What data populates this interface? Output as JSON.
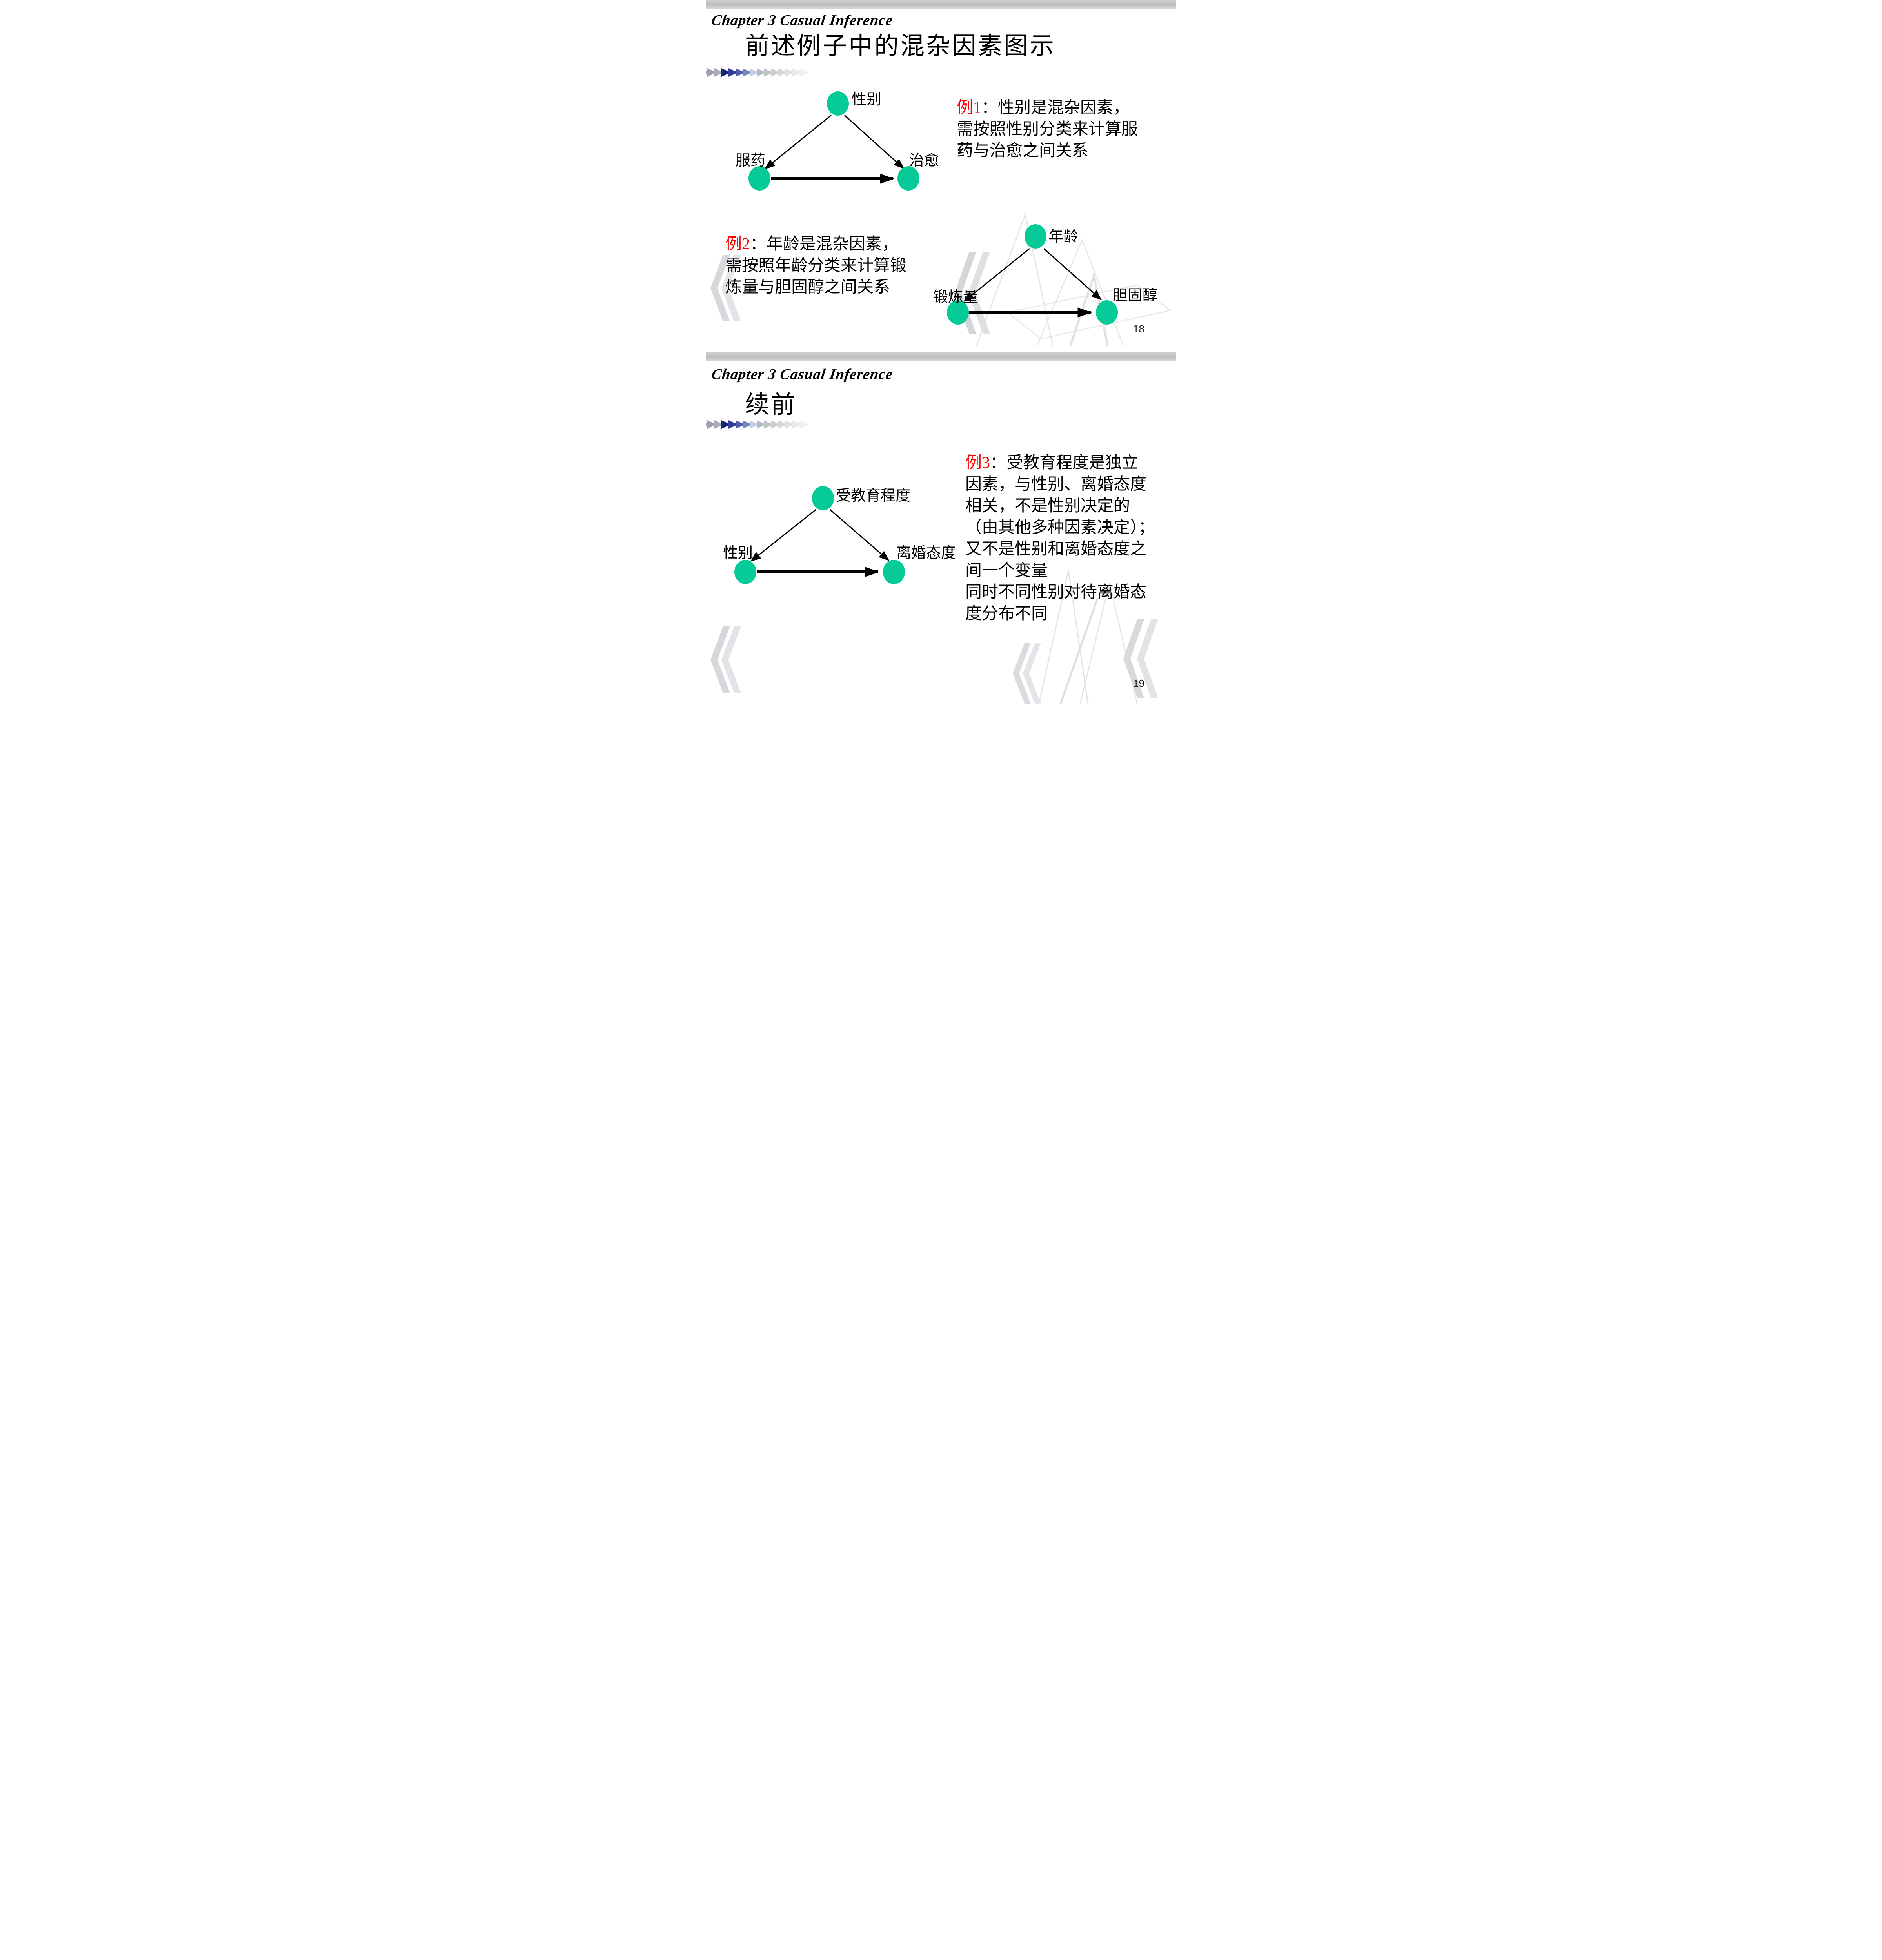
{
  "colors": {
    "node_fill": "#06CB98",
    "example_red": "#FF0000",
    "text": "#000000",
    "divider_gray": "#C2C2C2",
    "page_number": "#1C1C1C",
    "watermark_gray": "#DCDDE0"
  },
  "chevrons": {
    "colors": [
      "#9CA1AB",
      "#9CA1AB",
      "#A9ADB5",
      "#1B2473",
      "#2E3E9E",
      "#4D5BA8",
      "#7B84AF",
      "#C4CDE7",
      "#B7BAC1",
      "#C2C4CA",
      "#CDCED3",
      "#D6D7DB",
      "#DFE0E3",
      "#E7E8EA",
      "#EFEFF1"
    ]
  },
  "slide1": {
    "header_script": "Chapter 3 Casual Inference",
    "title": "前述例子中的混杂因素图示",
    "page_number": "18",
    "diagram1": {
      "top_label": "性别",
      "left_label": "服药",
      "right_label": "治愈"
    },
    "example1": {
      "prefix": "例1",
      "lines": [
        "：性别是混杂因素，",
        "需按照性别分类来计算服",
        "药与治愈之间关系"
      ]
    },
    "example2": {
      "prefix": "例2",
      "lines": [
        "：年龄是混杂因素，",
        "需按照年龄分类来计算锻",
        "炼量与胆固醇之间关系"
      ]
    },
    "diagram2": {
      "top_label": "年龄",
      "left_label": "锻炼量",
      "right_label": "胆固醇"
    }
  },
  "slide2": {
    "header_script": "Chapter 3 Casual Inference",
    "title": "续前",
    "page_number": "19",
    "diagram3": {
      "top_label": "受教育程度",
      "left_label": "性别",
      "right_label": "离婚态度"
    },
    "example3": {
      "prefix": "例3",
      "lines": [
        "：受教育程度是独立",
        "因素，与性别、离婚态度",
        "相关，不是性别决定的",
        "（由其他多种因素决定）；",
        "又不是性别和离婚态度之",
        "间一个变量",
        "同时不同性别对待离婚态",
        "度分布不同"
      ]
    }
  }
}
